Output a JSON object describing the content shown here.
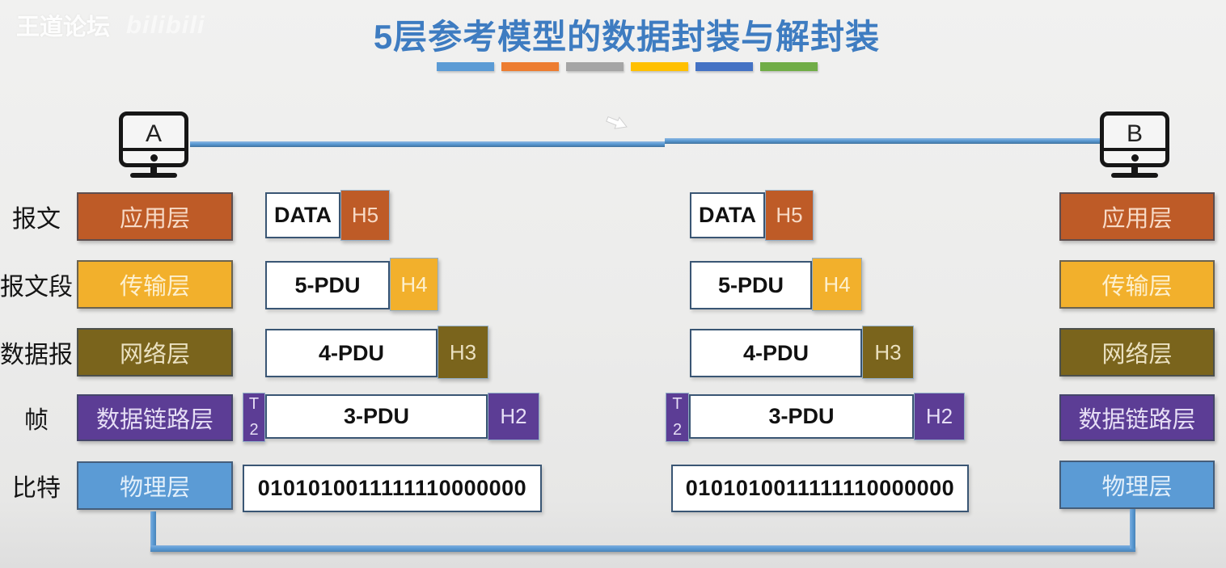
{
  "watermark": {
    "brand": "王道论坛",
    "platform": "bilibili"
  },
  "header": {
    "title": "5层参考模型的数据封装与解封装",
    "underline_colors": [
      "#5B9BD5",
      "#ED7D31",
      "#A5A5A5",
      "#FFC000",
      "#4472C4",
      "#70AD47"
    ]
  },
  "hosts": {
    "left_label": "A",
    "right_label": "B"
  },
  "pdu_name_labels": [
    "报文",
    "报文段",
    "数据报",
    "帧",
    "比特"
  ],
  "layers": [
    {
      "name": "应用层",
      "color": "#BE5B27"
    },
    {
      "name": "传输层",
      "color": "#F2B02C"
    },
    {
      "name": "网络层",
      "color": "#7A641C"
    },
    {
      "name": "数据链路层",
      "color": "#5C3D95"
    },
    {
      "name": "物理层",
      "color": "#5B9BD5"
    }
  ],
  "encapsulation_rows": [
    {
      "payload": "DATA",
      "header": "H5"
    },
    {
      "payload": "5-PDU",
      "header": "H4"
    },
    {
      "payload": "4-PDU",
      "header": "H3"
    },
    {
      "payload": "3-PDU",
      "header": "H2",
      "trailer_line1": "T",
      "trailer_line2": "2"
    },
    {
      "bits": "0101010011111110000000"
    }
  ]
}
